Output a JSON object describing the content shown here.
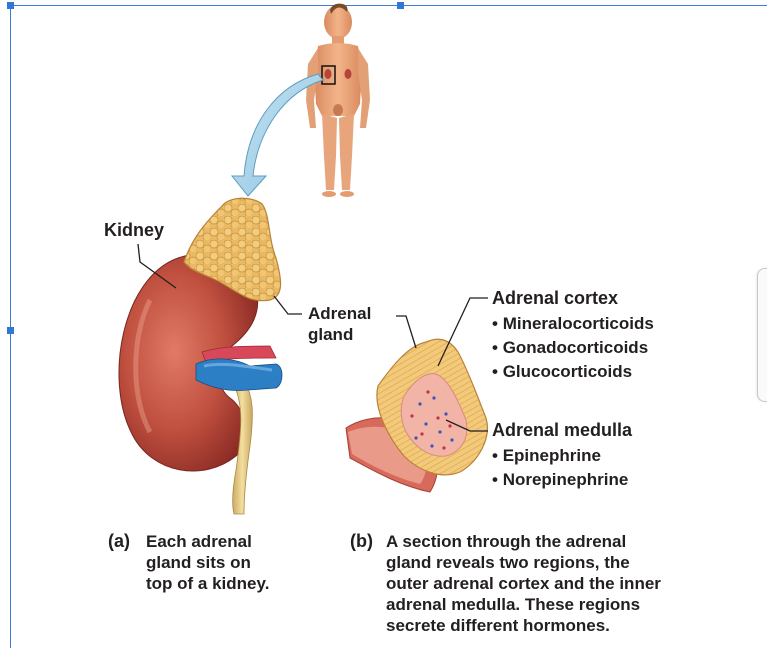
{
  "labels": {
    "kidney": "Kidney",
    "adrenal_gland_line1": "Adrenal",
    "adrenal_gland_line2": "gland",
    "cortex_title": "Adrenal cortex",
    "cortex_items": [
      "Mineralocorticoids",
      "Gonadocorticoids",
      "Glucocorticoids"
    ],
    "medulla_title": "Adrenal medulla",
    "medulla_items": [
      "Epinephrine",
      "Norepinephrine"
    ]
  },
  "captions": {
    "a_tag": "(a)",
    "a_lines": [
      "Each adrenal",
      "gland sits on",
      "top of a kidney."
    ],
    "b_tag": "(b)",
    "b_lines": [
      "A section through the adrenal",
      "gland reveals two regions, the",
      "outer adrenal cortex and the inner",
      "adrenal medulla. These regions",
      "secrete different hormones."
    ]
  },
  "colors": {
    "kidney": "#b5443a",
    "adrenal": "#e9b95c",
    "medulla": "#f2b4a6",
    "vein": "#2c7fc4",
    "artery": "#d9485a",
    "arrow": "#9fcde6",
    "selection": "#3b7fd4"
  },
  "icons": {
    "figure": "human-body-figure",
    "arrow": "curved-arrow-icon"
  }
}
